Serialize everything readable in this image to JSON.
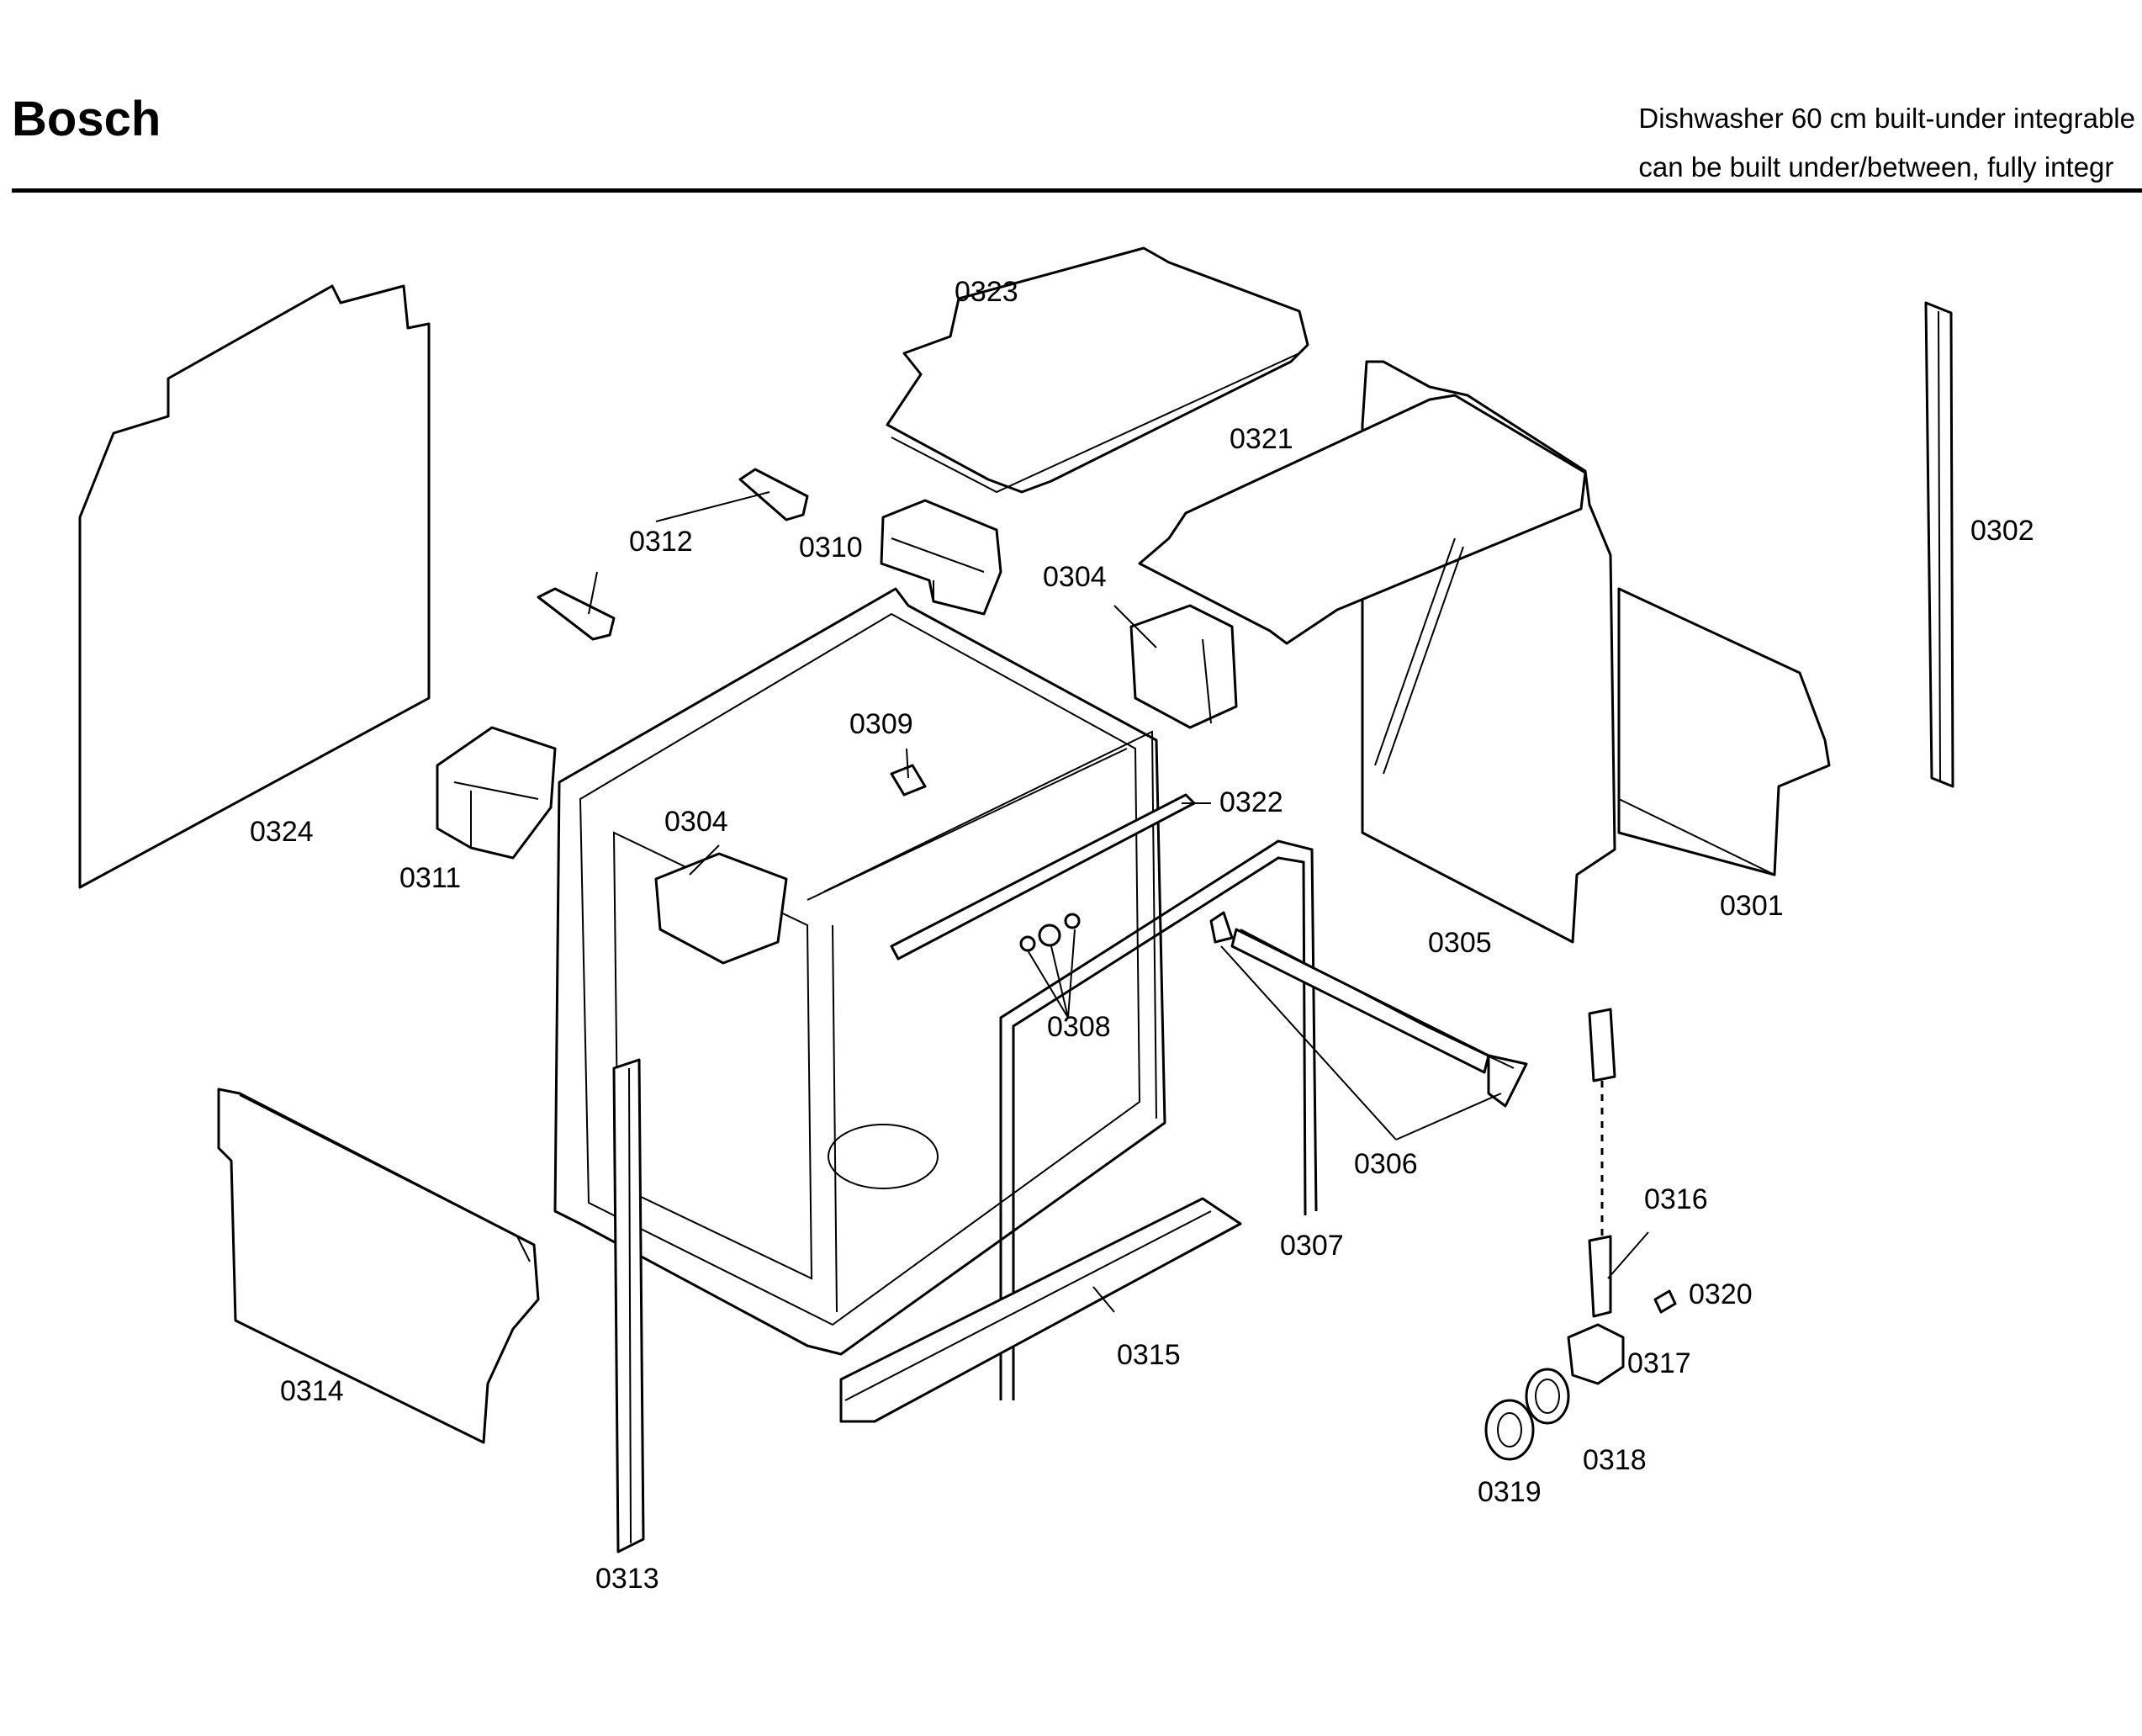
{
  "header": {
    "brand": "Bosch",
    "product_line1": "Dishwasher 60 cm built-under integrable",
    "product_line2": "can be built under/between, fully integr"
  },
  "parts": {
    "p0301": "0301",
    "p0302": "0302",
    "p0304": "0304",
    "p0305": "0305",
    "p0306": "0306",
    "p0307": "0307",
    "p0308": "0308",
    "p0309": "0309",
    "p0310": "0310",
    "p0311": "0311",
    "p0312": "0312",
    "p0313": "0313",
    "p0314": "0314",
    "p0315": "0315",
    "p0316": "0316",
    "p0317": "0317",
    "p0318": "0318",
    "p0319": "0319",
    "p0320": "0320",
    "p0321": "0321",
    "p0322": "0322",
    "p0323": "0323",
    "p0324": "0324"
  }
}
